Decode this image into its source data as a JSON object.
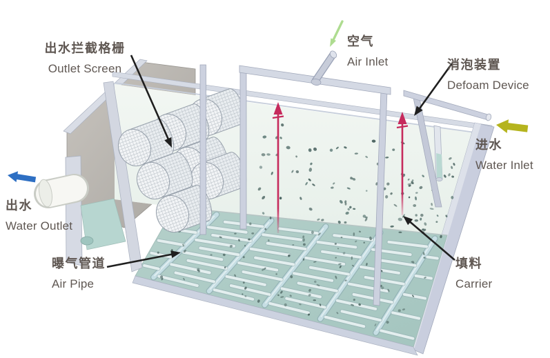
{
  "diagram": {
    "labels": {
      "outlet_screen": {
        "zh": "出水拦截格栅",
        "en": "Outlet Screen"
      },
      "air_inlet": {
        "zh": "空气",
        "en": "Air Inlet"
      },
      "defoam_device": {
        "zh": "消泡装置",
        "en": "Defoam Device"
      },
      "water_inlet": {
        "zh": "进水",
        "en": "Water Inlet"
      },
      "water_outlet": {
        "zh": "出水",
        "en": "Water Outlet"
      },
      "air_pipe": {
        "zh": "曝气管道",
        "en": "Air Pipe"
      },
      "carrier": {
        "zh": "填料",
        "en": "Carrier"
      }
    },
    "colors": {
      "text": "#5f5752",
      "annotation_arrow": "#1f1f1f",
      "air_arrow": "#aedc90",
      "water_inlet_arrow": "#b5b41e",
      "water_outlet_arrow": "#2e6fc3",
      "defoam_pipe": "#c62a5c",
      "water_surface": "#eef4f0",
      "tank_floor": "#aecbc5",
      "structure": "#ccd1df",
      "carrier_particle": "#5d7672"
    },
    "particles": {
      "water_count": 185,
      "floor_count": 100
    }
  }
}
